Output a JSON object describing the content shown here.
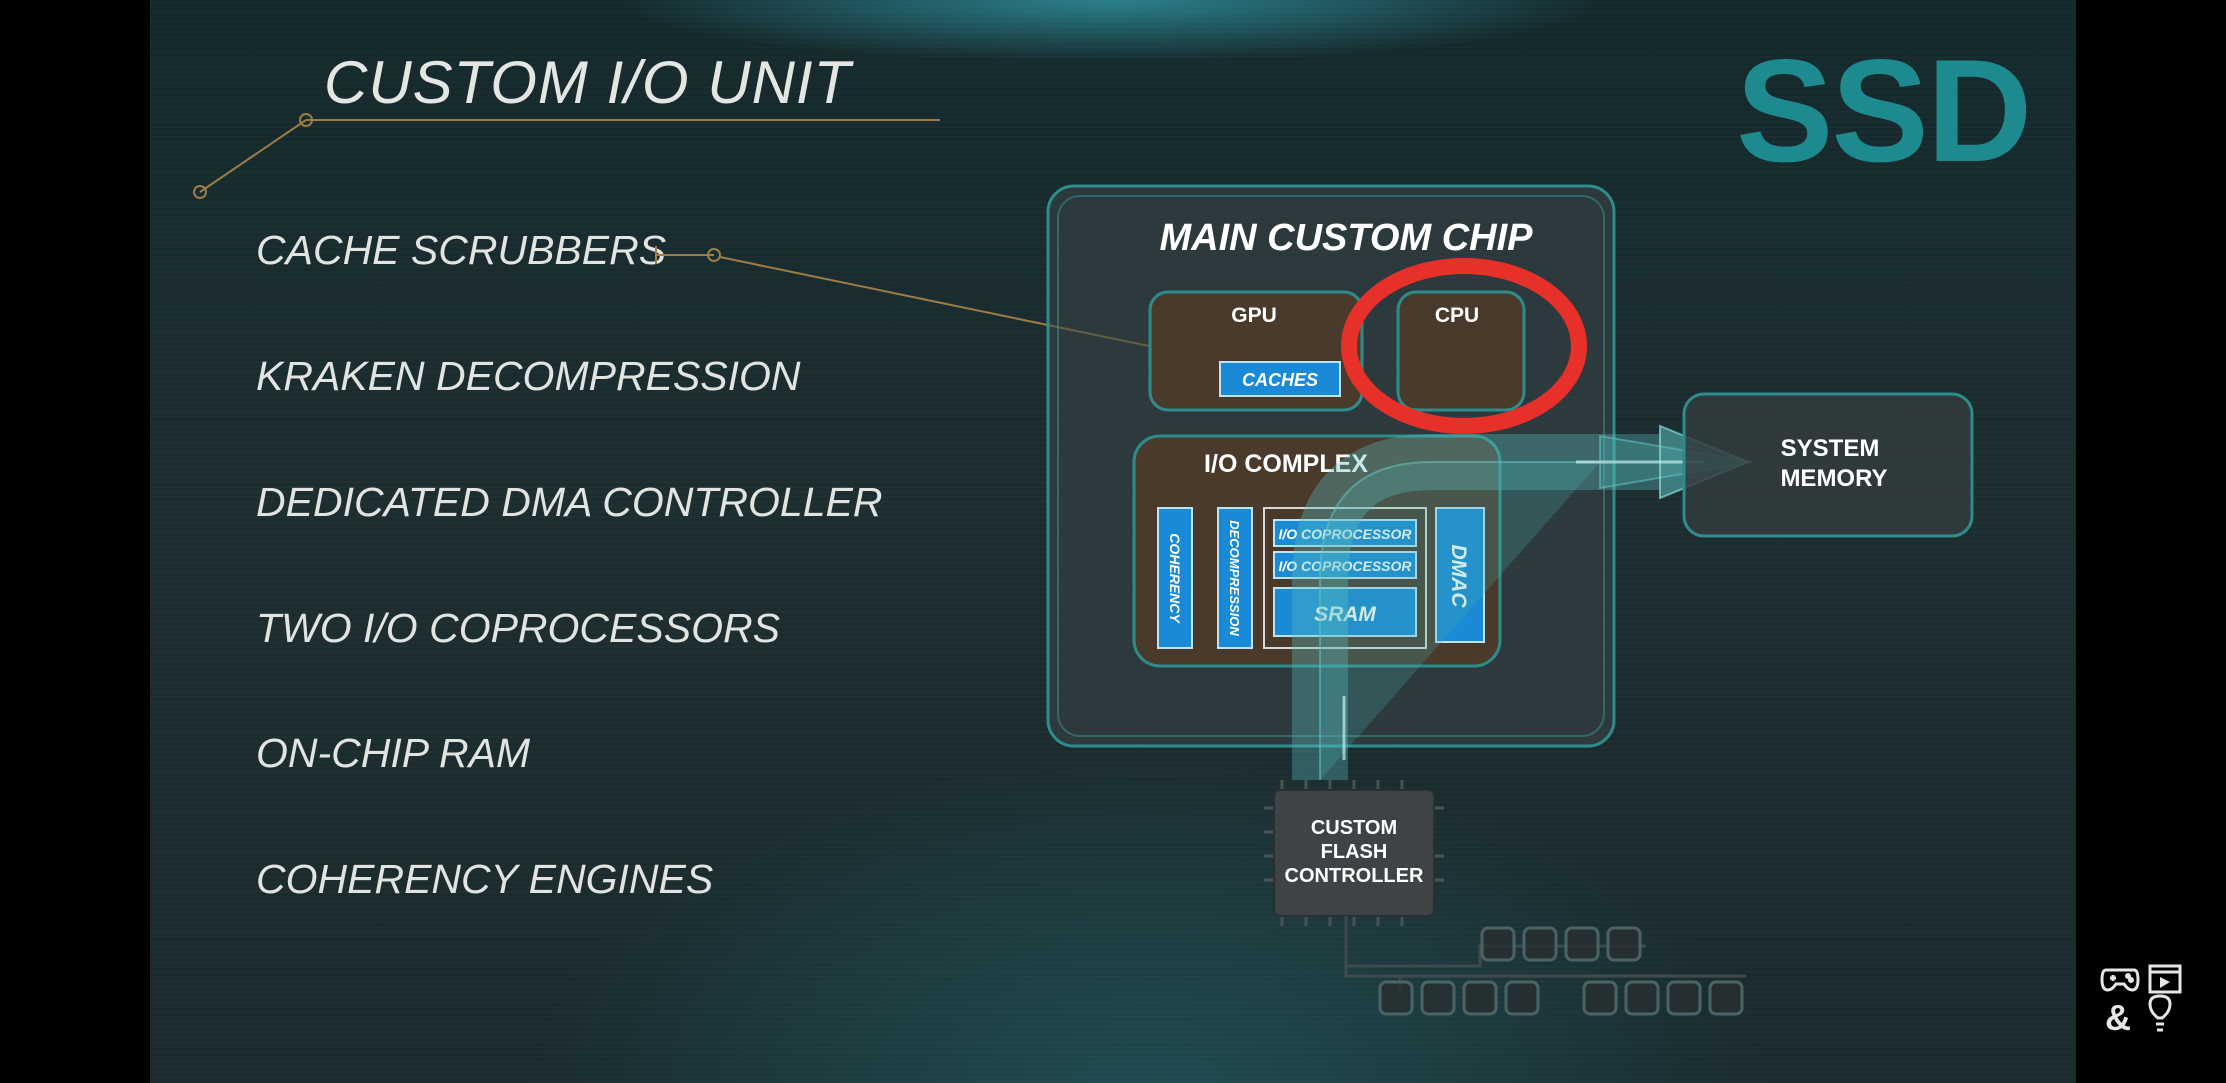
{
  "slide": {
    "title": "CUSTOM I/O UNIT",
    "logo_text": "SSD",
    "features": [
      "CACHE SCRUBBERS",
      "KRAKEN DECOMPRESSION",
      "DEDICATED DMA CONTROLLER",
      "TWO I/O COPROCESSORS",
      "ON-CHIP RAM",
      "COHERENCY  ENGINES"
    ]
  },
  "diagram": {
    "main_chip": "MAIN CUSTOM CHIP",
    "gpu": "GPU",
    "cpu": "CPU",
    "caches": "CACHES",
    "io_complex": "I/O COMPLEX",
    "coherency": "COHERENCY",
    "decompression": "DECOMPRESSION",
    "coprocessor_1": "I/O COPROCESSOR",
    "coprocessor_2": "I/O COPROCESSOR",
    "sram": "SRAM",
    "dmac": "DMAC",
    "system_memory_line1": "SYSTEM",
    "system_memory_line2": "MEMORY",
    "flash_line1": "CUSTOM",
    "flash_line2": "FLASH",
    "flash_line3": "CONTROLLER"
  },
  "colors": {
    "accent_teal": "#1d8a8f",
    "highlight_red": "#e8302a",
    "block_blue": "#1b8ad6",
    "leader_gold": "#9c7d46"
  },
  "icons": [
    "gamepad-icon",
    "film-icon",
    "ampersand-icon",
    "lightbulb-icon"
  ]
}
